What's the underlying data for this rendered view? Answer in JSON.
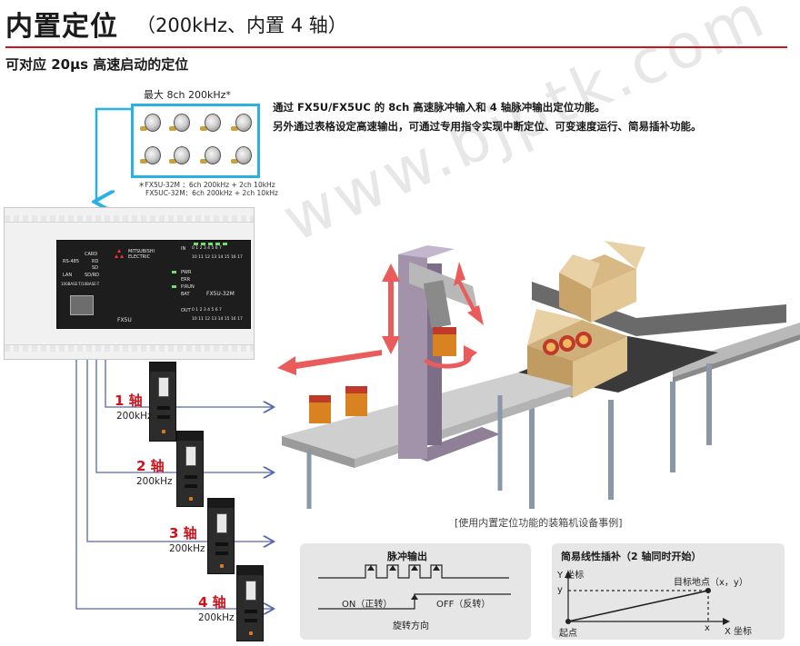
{
  "header": {
    "title": "内置定位",
    "title_sub": "（200kHz、内置 4 轴）",
    "subtitle": "可对应 20μs 高速启动的定位"
  },
  "intro": {
    "line1": "通过 FX5U/FX5UC 的 8ch 高速脉冲输入和 4 轴脉冲输出定位功能。",
    "line2": "另外通过表格设定高速输出，可通过专用指令实现中断定位、可变速度运行、简易插补功能。"
  },
  "encoders": {
    "label": "最大 8ch 200kHz*",
    "note_line1": "＊FX5U-32M ：6ch 200kHz + 2ch 10kHz",
    "note_line2": "FX5UC-32M：6ch 200kHz + 2ch 10kHz"
  },
  "plc": {
    "brand": "MITSUBISHI ELECTRIC",
    "model": "FX5U-32M",
    "port_rs485": "RS-485",
    "port_card": "CARD",
    "port_rd": "RD",
    "port_sd": "SD",
    "port_lan": "LAN",
    "port_sdrd": "SD/RD",
    "port_eth": "100BASE-T/10BASE-T",
    "status_pwr": "PWR",
    "status_err": "ERR",
    "status_prun": "P.RUN",
    "status_bat": "BAT",
    "io_in": "IN",
    "io_out": "OUT",
    "io_nums_top": "0 1 2 3 4 5 6 7",
    "io_nums_bot": "10 11 12 13 14 15 16 17",
    "series": "FX5U"
  },
  "axes": [
    {
      "label": "1 轴",
      "freq": "200kHz"
    },
    {
      "label": "2 轴",
      "freq": "200kHz"
    },
    {
      "label": "3 轴",
      "freq": "200kHz"
    },
    {
      "label": "4 轴",
      "freq": "200kHz"
    }
  ],
  "photo_caption": "[使用内置定位功能的装箱机设备事例]",
  "pulse_panel": {
    "title": "脉冲输出",
    "on_label": "ON（正转）",
    "off_label": "OFF（反转）",
    "direction_label": "旋转方向"
  },
  "interp_panel": {
    "title": "简易线性插补（2 轴同时开始）",
    "y_axis": "Y 坐标",
    "x_axis": "X 坐标",
    "target": "目标地点（x，y）",
    "origin": "起点",
    "y_mark": "y",
    "x_mark": "x"
  },
  "watermark": "www.bjptk.com",
  "colors": {
    "accent_red": "#d0121b",
    "encoder_frame": "#2ab1e4",
    "wire_blue": "#5566aa",
    "motion_arrow": "#ea5b5b"
  }
}
